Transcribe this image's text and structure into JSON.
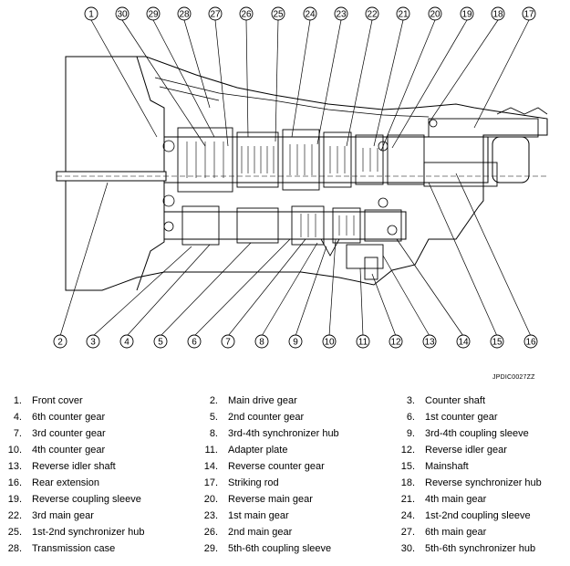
{
  "figure": {
    "code": "JPDIC0027ZZ",
    "callouts_top": [
      "1",
      "30",
      "29",
      "28",
      "27",
      "26",
      "25",
      "24",
      "23",
      "22",
      "21",
      "20",
      "19",
      "18",
      "17"
    ],
    "callouts_bottom": [
      "2",
      "3",
      "4",
      "5",
      "6",
      "7",
      "8",
      "9",
      "10",
      "11",
      "12",
      "13",
      "14",
      "15",
      "16"
    ]
  },
  "legend": [
    {
      "num": "1.",
      "name": "Front cover"
    },
    {
      "num": "2.",
      "name": "Main drive gear"
    },
    {
      "num": "3.",
      "name": "Counter shaft"
    },
    {
      "num": "4.",
      "name": "6th counter gear"
    },
    {
      "num": "5.",
      "name": "2nd counter gear"
    },
    {
      "num": "6.",
      "name": "1st counter gear"
    },
    {
      "num": "7.",
      "name": "3rd counter gear"
    },
    {
      "num": "8.",
      "name": "3rd-4th synchronizer hub"
    },
    {
      "num": "9.",
      "name": "3rd-4th coupling sleeve"
    },
    {
      "num": "10.",
      "name": "4th counter gear"
    },
    {
      "num": "11.",
      "name": "Adapter plate"
    },
    {
      "num": "12.",
      "name": "Reverse idler gear"
    },
    {
      "num": "13.",
      "name": "Reverse idler shaft"
    },
    {
      "num": "14.",
      "name": "Reverse counter gear"
    },
    {
      "num": "15.",
      "name": "Mainshaft"
    },
    {
      "num": "16.",
      "name": "Rear extension"
    },
    {
      "num": "17.",
      "name": "Striking rod"
    },
    {
      "num": "18.",
      "name": "Reverse synchronizer hub"
    },
    {
      "num": "19.",
      "name": "Reverse coupling sleeve"
    },
    {
      "num": "20.",
      "name": "Reverse main gear"
    },
    {
      "num": "21.",
      "name": "4th main gear"
    },
    {
      "num": "22.",
      "name": "3rd main gear"
    },
    {
      "num": "23.",
      "name": "1st main gear"
    },
    {
      "num": "24.",
      "name": "1st-2nd coupling sleeve"
    },
    {
      "num": "25.",
      "name": "1st-2nd synchronizer hub"
    },
    {
      "num": "26.",
      "name": "2nd main gear"
    },
    {
      "num": "27.",
      "name": "6th main gear"
    },
    {
      "num": "28.",
      "name": "Transmission case"
    },
    {
      "num": "29.",
      "name": "5th-6th coupling sleeve"
    },
    {
      "num": "30.",
      "name": "5th-6th synchronizer hub"
    }
  ]
}
